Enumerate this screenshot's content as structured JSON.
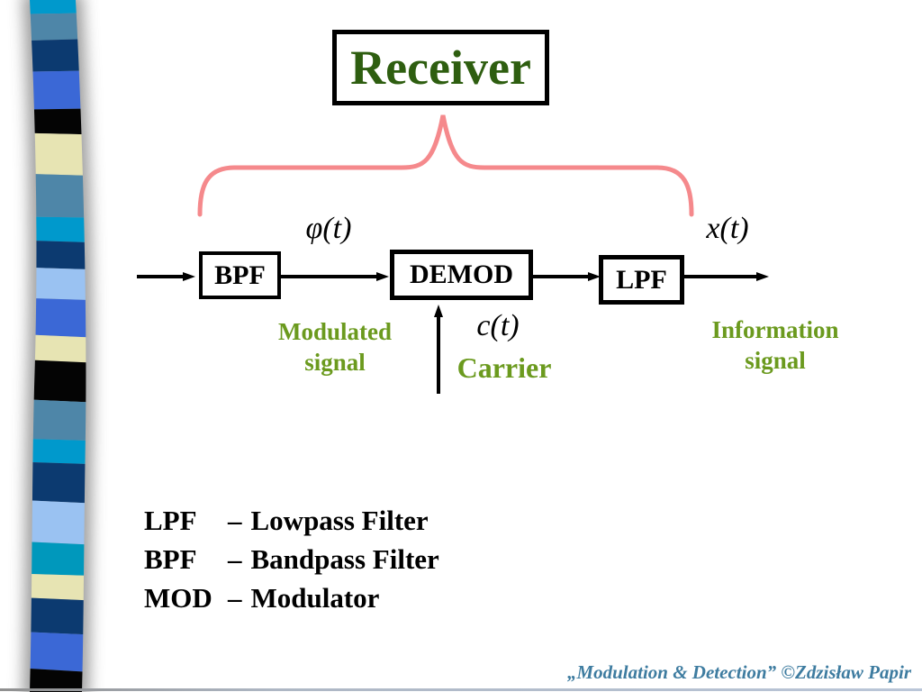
{
  "slide": {
    "title": "Receiver",
    "credit": "„Modulation & Detection” ©Zdzisław Papir"
  },
  "diagram": {
    "blocks": [
      {
        "label": "BPF"
      },
      {
        "label": "DEMOD"
      },
      {
        "label": "LPF"
      }
    ],
    "signals": {
      "modulated_input": "φ(t)",
      "output": "x(t)",
      "carrier": "c(t)"
    },
    "labels": {
      "modulated": [
        "Modulated",
        "signal"
      ],
      "carrier": "Carrier",
      "information": [
        "Information",
        "signal"
      ]
    }
  },
  "legend": [
    {
      "abbr": "LPF",
      "dash": "–",
      "name": "Lowpass Filter"
    },
    {
      "abbr": "BPF",
      "dash": "–",
      "name": "Bandpass Filter"
    },
    {
      "abbr": "MOD",
      "dash": "–",
      "name": "Modulator"
    }
  ],
  "colors": {
    "title-green": "#2E5E10",
    "label-green": "#6B9A1E",
    "brace-pink": "#F5898C",
    "credit-teal": "#3E7CA0"
  },
  "ribbon": {
    "segments": [
      {
        "yl": 0,
        "yr": 0,
        "color": "#0099CC"
      },
      {
        "yl": 16,
        "yr": 14,
        "color": "#4E86A8"
      },
      {
        "yl": 46,
        "yr": 42,
        "color": "#0C3A70"
      },
      {
        "yl": 80,
        "yr": 78,
        "color": "#3B68D6"
      },
      {
        "yl": 122,
        "yr": 120,
        "color": "#040404"
      },
      {
        "yl": 147,
        "yr": 150,
        "color": "#E7E4B3"
      },
      {
        "yl": 192,
        "yr": 196,
        "color": "#4E86A8"
      },
      {
        "yl": 240,
        "yr": 242,
        "color": "#0099CC"
      },
      {
        "yl": 266,
        "yr": 270,
        "color": "#0C3A70"
      },
      {
        "yl": 296,
        "yr": 300,
        "color": "#9AC2F2"
      },
      {
        "yl": 330,
        "yr": 334,
        "color": "#3B68D6"
      },
      {
        "yl": 370,
        "yr": 376,
        "color": "#E7E4B3"
      },
      {
        "yl": 398,
        "yr": 404,
        "color": "#040404"
      },
      {
        "yl": 442,
        "yr": 448,
        "color": "#4E86A8"
      },
      {
        "yl": 486,
        "yr": 490,
        "color": "#0099CC"
      },
      {
        "yl": 512,
        "yr": 516,
        "color": "#0C3A70"
      },
      {
        "yl": 554,
        "yr": 560,
        "color": "#9AC2F2"
      },
      {
        "yl": 600,
        "yr": 606,
        "color": "#0098BC"
      },
      {
        "yl": 636,
        "yr": 640,
        "color": "#E7E4B3"
      },
      {
        "yl": 662,
        "yr": 668,
        "color": "#0C3A70"
      },
      {
        "yl": 700,
        "yr": 706,
        "color": "#3B68D6"
      },
      {
        "yl": 740,
        "yr": 748,
        "color": "#040404"
      }
    ]
  }
}
